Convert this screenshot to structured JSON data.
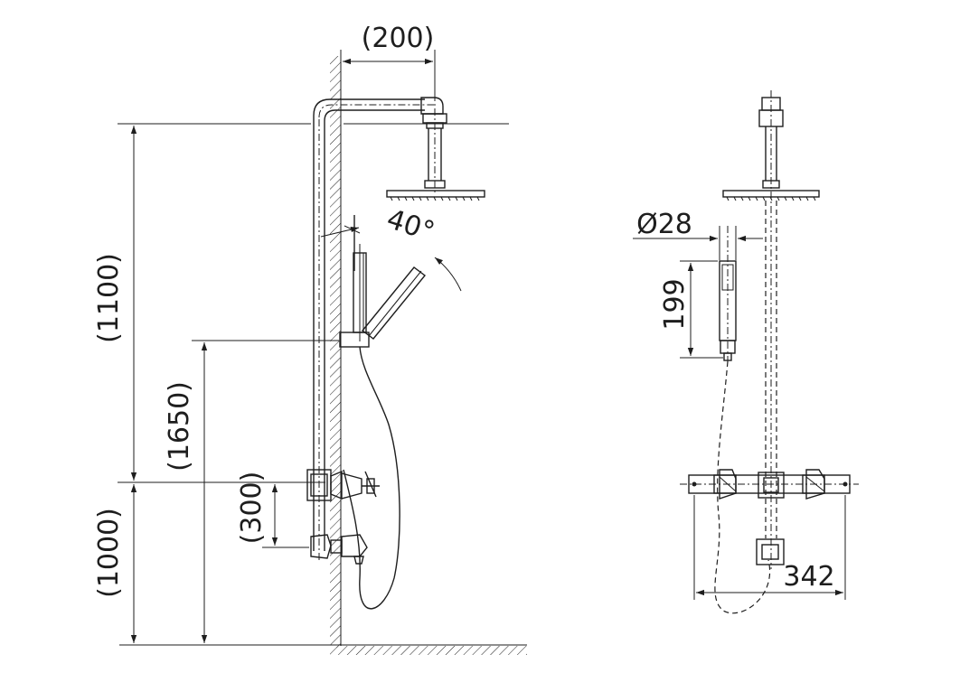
{
  "dimensions": {
    "top_arm_projection": "(200)",
    "head_to_ceiling_height": "(1100)",
    "handshower_holder_height": "(1650)",
    "valve_to_spout": "(300)",
    "valve_height": "(1000)",
    "tilt_angle": "40°",
    "handshower_diameter": "Ø28",
    "handshower_length": "199",
    "valve_centers_width": "342"
  }
}
